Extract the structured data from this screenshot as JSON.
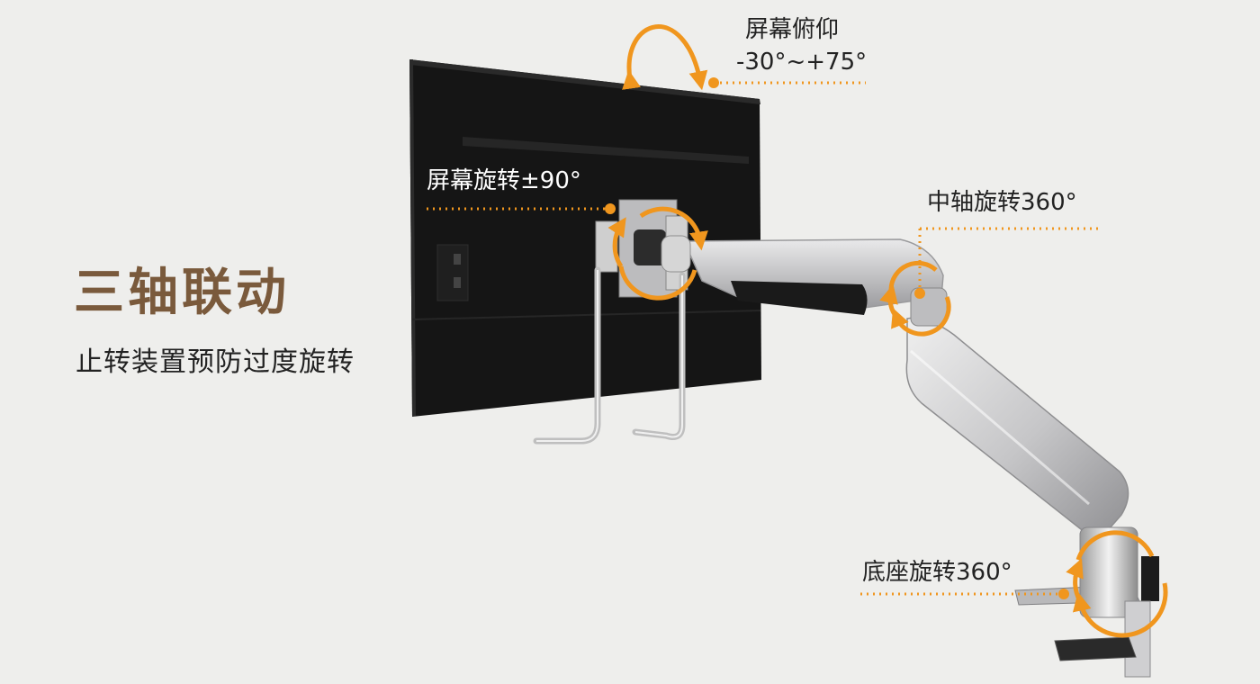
{
  "headline": "三轴联动",
  "subline": "止转装置预防过度旋转",
  "labels": {
    "tilt_title": "屏幕俯仰",
    "tilt_range": "-30°~+75°",
    "screen_rotate": "屏幕旋转±90°",
    "mid_axis": "中轴旋转360°",
    "base_rotate": "底座旋转360°"
  },
  "colors": {
    "accent": "#f0961e",
    "headline": "#7a5a3c",
    "background": "#eeeeec",
    "monitor": "#151515",
    "arm": "#c9c9cb"
  }
}
